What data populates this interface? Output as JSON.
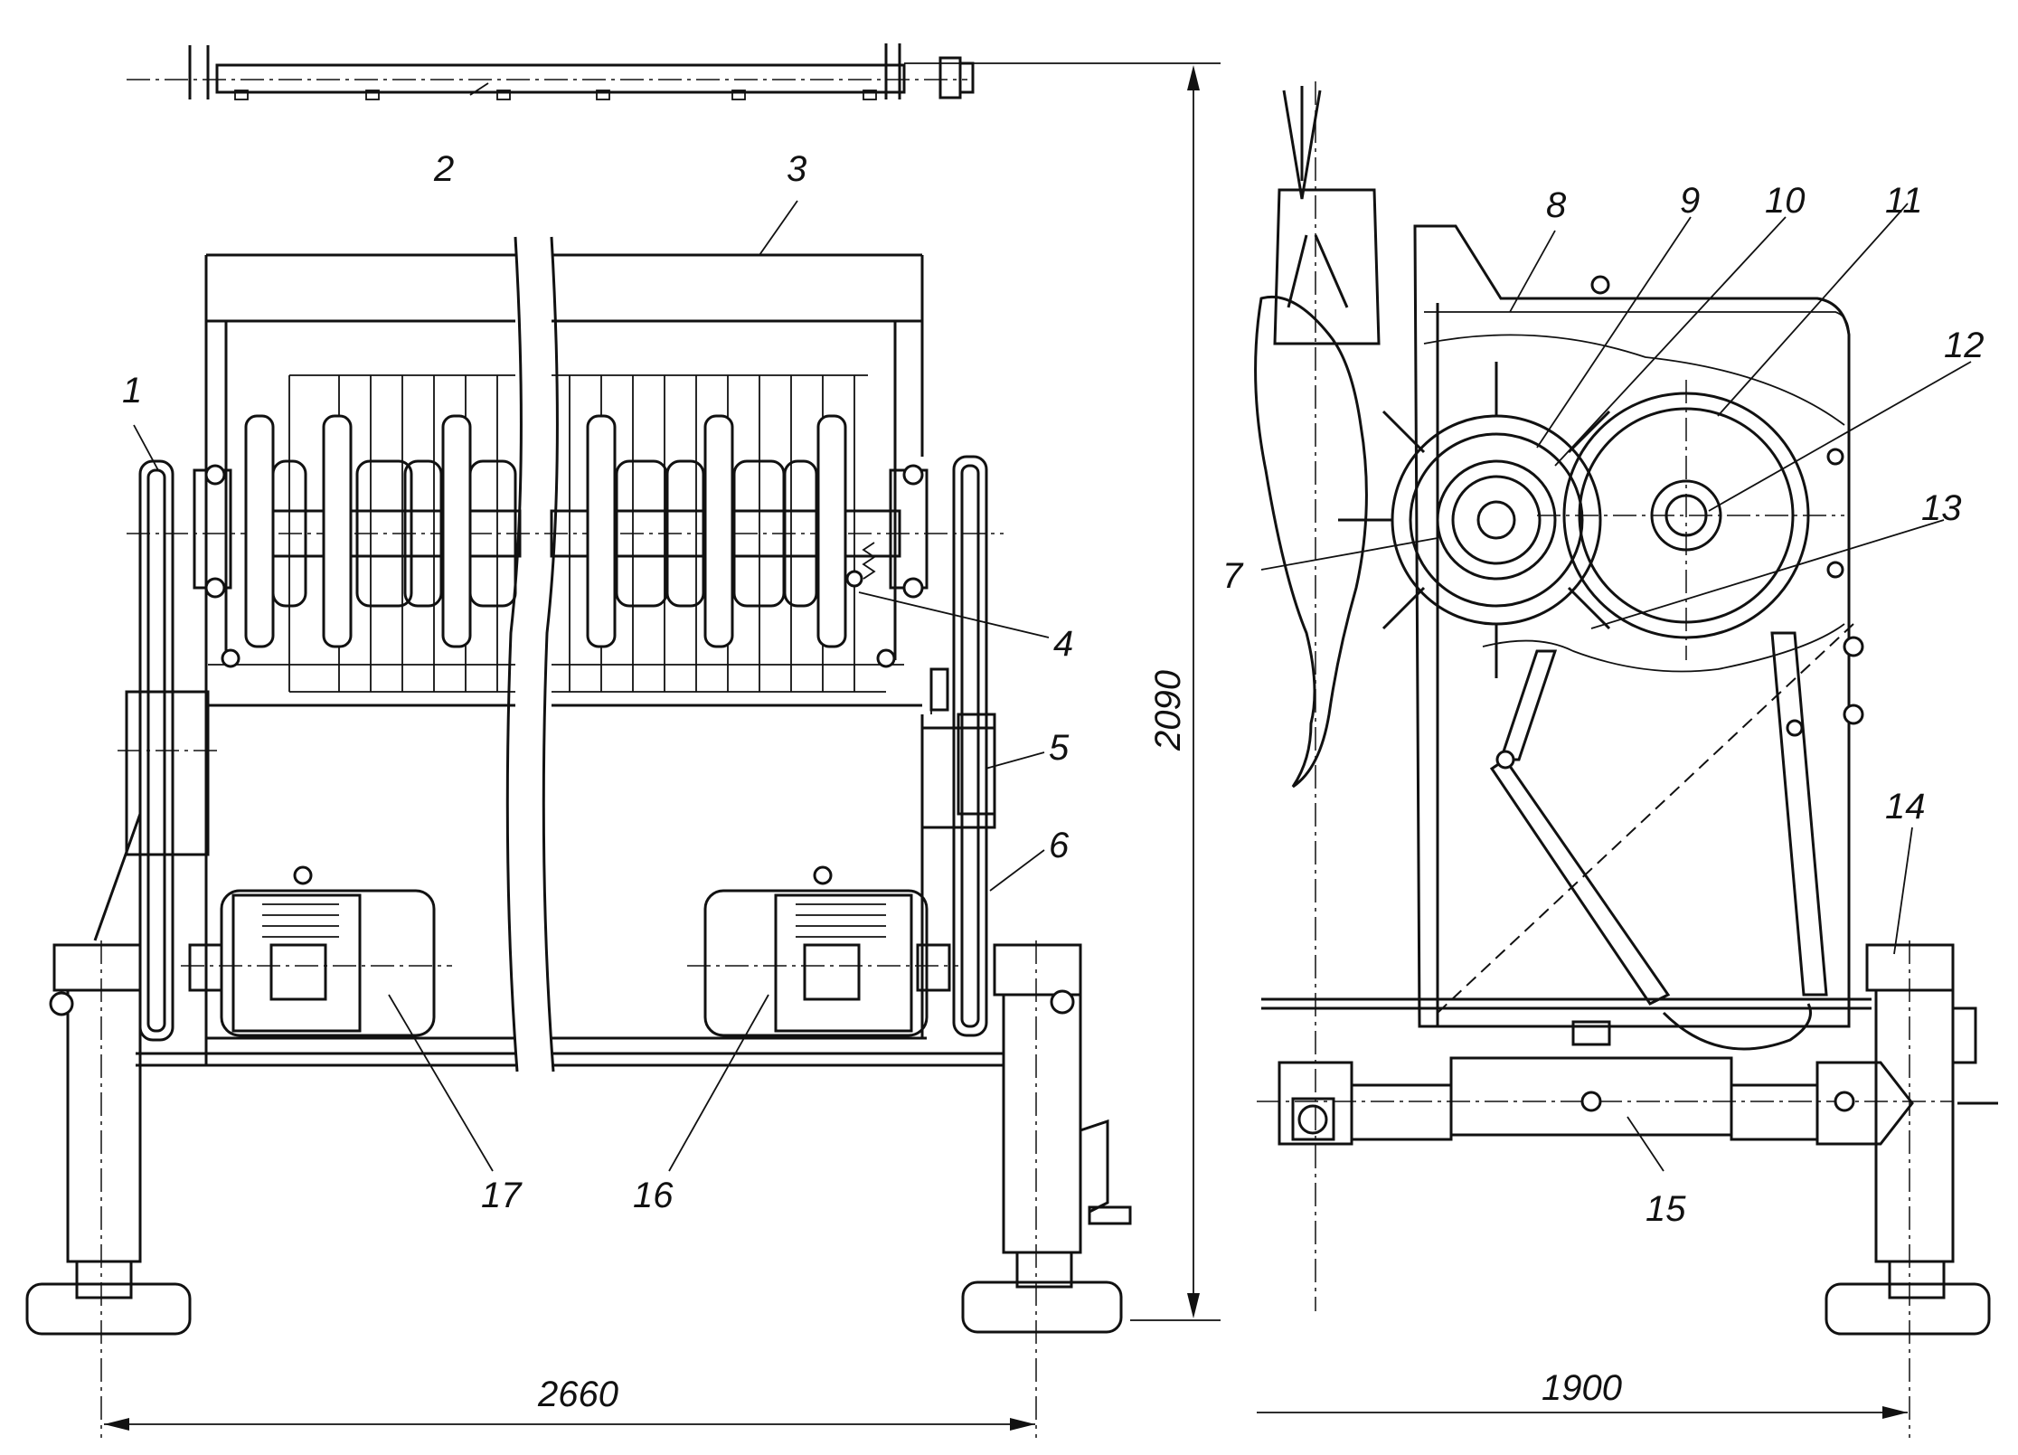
{
  "callouts": [
    "1",
    "2",
    "3",
    "4",
    "5",
    "6",
    "7",
    "8",
    "9",
    "10",
    "11",
    "12",
    "13",
    "14",
    "15",
    "16",
    "17"
  ],
  "dimensions": {
    "front_width": "2660",
    "height": "2090",
    "side_width": "1900"
  }
}
